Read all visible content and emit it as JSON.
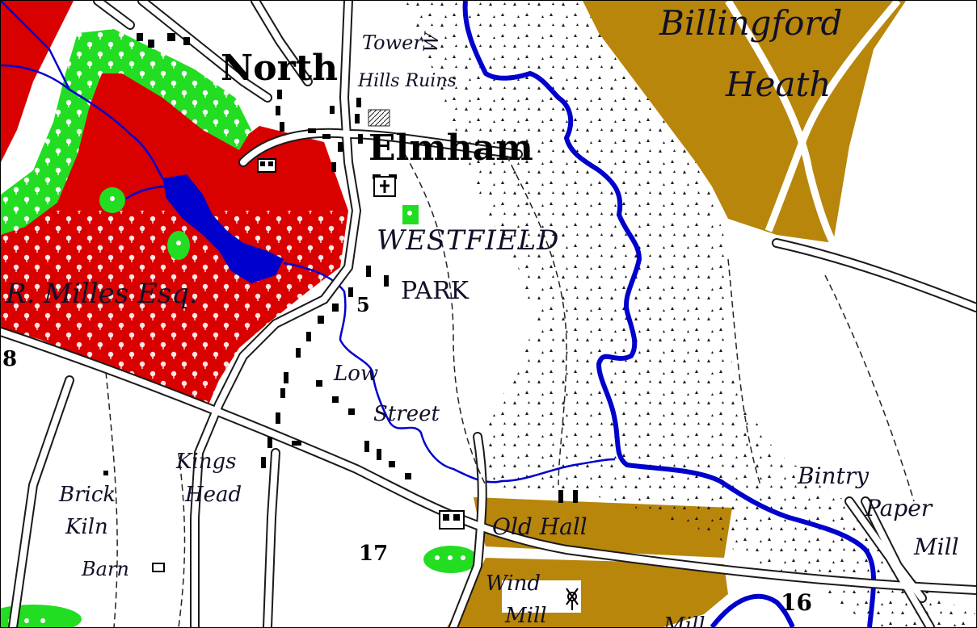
{
  "map": {
    "colors": {
      "background": "#ffffff",
      "estate": "#d90000",
      "woodland": "#22dd22",
      "heath": "#b8860b",
      "water": "#0000cc",
      "roads": "#000000",
      "text": "#101028"
    },
    "labels": {
      "north": "North",
      "elmham": "Elmham",
      "tower": "Tower",
      "hills_ruins": "Hills Ruins",
      "billingford": "Billingford",
      "heath": "Heath",
      "westfield": "WESTFIELD",
      "park": "PARK",
      "r_milles": "R. Milles Esq.",
      "low": "Low",
      "street": "Street",
      "kings": "Kings",
      "head": "Head",
      "brick": "Brick",
      "kiln": "Kiln",
      "barn": "Barn",
      "old_hall": "Old Hall",
      "wind": "Wind",
      "mill": "Mill",
      "bintry": "Bintry",
      "paper": "Paper",
      "paper_mill": "Mill",
      "mill_bottom": "Mill",
      "w_edge": "W",
      "num_5": "5",
      "num_8": "8",
      "num_17": "17",
      "num_16": "16"
    },
    "icons": [
      "church-icon",
      "house-icon",
      "windmill-icon",
      "barn-icon",
      "ruins-icon",
      "tree-icon"
    ]
  }
}
